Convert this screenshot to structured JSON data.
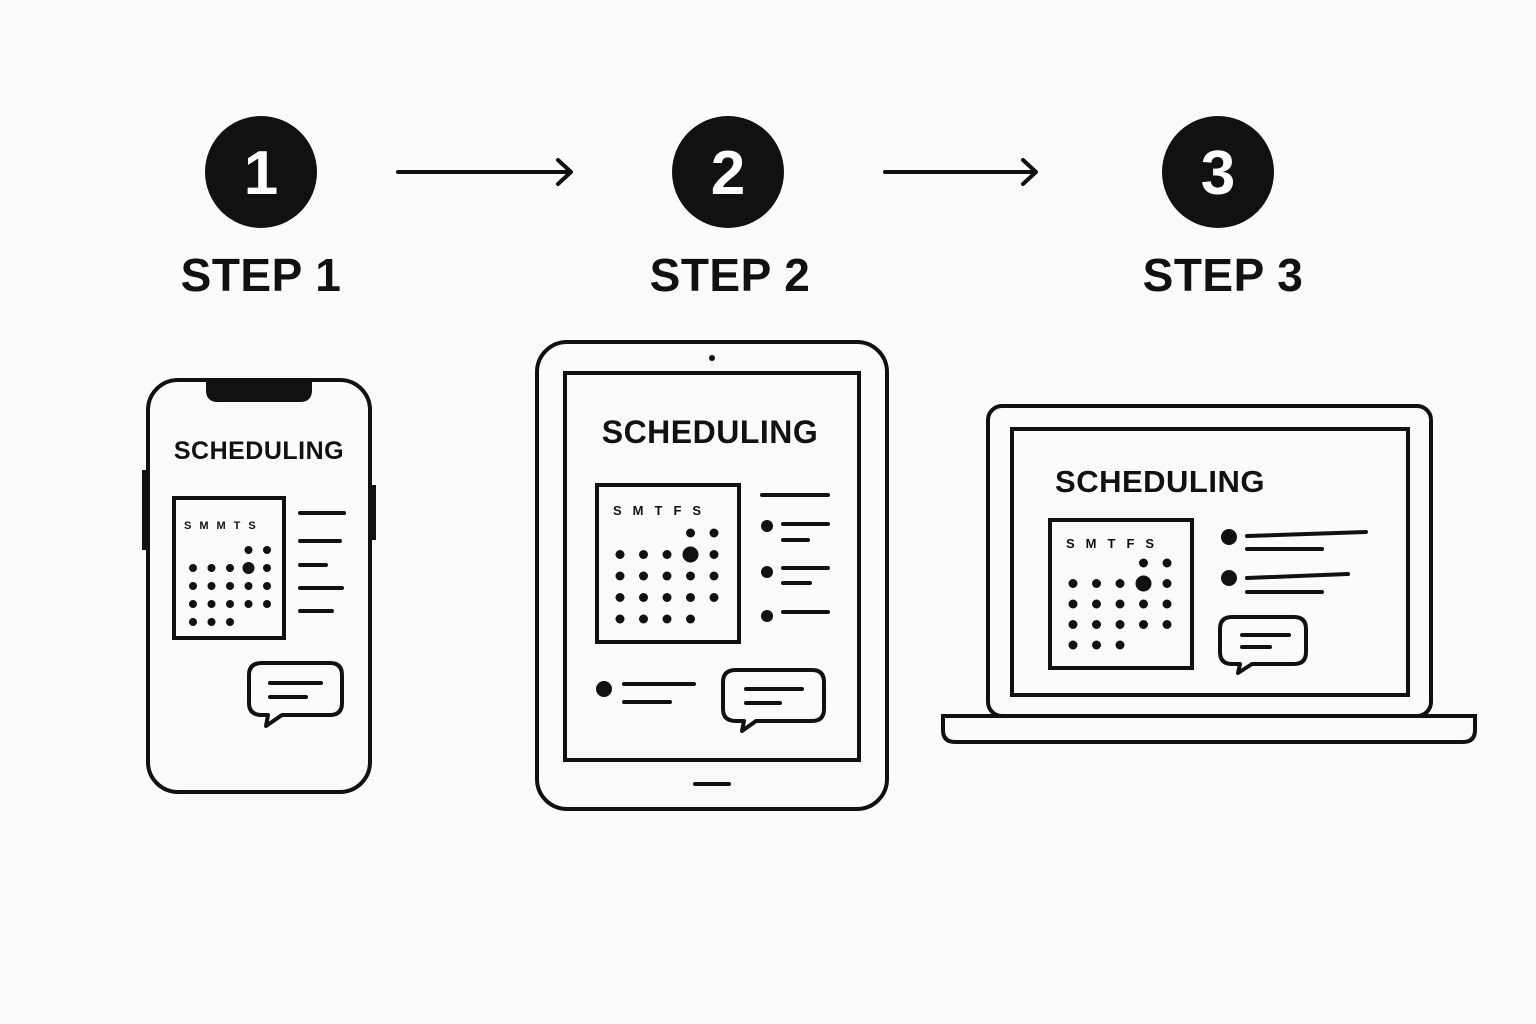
{
  "steps": [
    {
      "number": "1",
      "label": "STEP 1",
      "device": "phone",
      "screen_title": "SCHEDULING",
      "weekdays": "SMMTS"
    },
    {
      "number": "2",
      "label": "STEP 2",
      "device": "tablet",
      "screen_title": "SCHEDULING",
      "weekdays": "SMTFS"
    },
    {
      "number": "3",
      "label": "STEP 3",
      "device": "laptop",
      "screen_title": "SCHEDULING",
      "weekdays": "SMTFS"
    }
  ],
  "colors": {
    "ink": "#111111",
    "background": "#fbfbf9"
  },
  "icons": [
    "arrow-right-icon",
    "calendar-icon",
    "chat-bubble-icon"
  ]
}
